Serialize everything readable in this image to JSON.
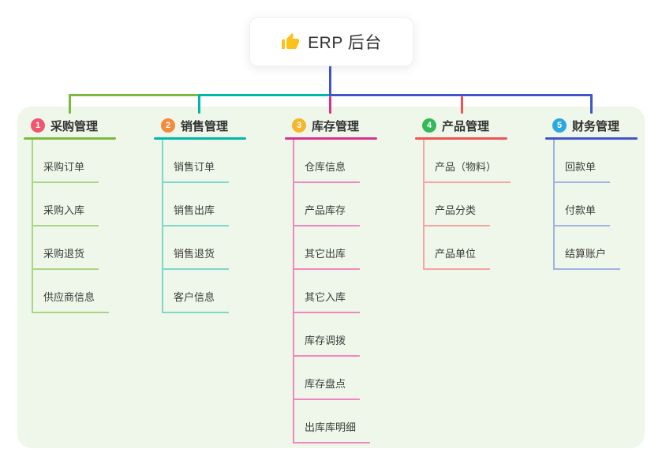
{
  "root": {
    "icon": "thumbs-up-icon",
    "title": "ERP 后台"
  },
  "theme": {
    "page_bg": "#ffffff",
    "panel_bg": "#eef7e9",
    "connector_color": "#4353c9",
    "root_text_color": "#333333",
    "branch_text_color": "#333333",
    "item_text_color": "#3c3c3c",
    "thumb_color": "#fcc21b"
  },
  "branches": [
    {
      "number": "1",
      "label": "采购管理",
      "badge_color": "#f0566e",
      "line_color": "#7cb93f",
      "light_line_color": "#aad584",
      "items": [
        "采购订单",
        "采购入库",
        "采购退货",
        "供应商信息"
      ]
    },
    {
      "number": "2",
      "label": "销售管理",
      "badge_color": "#f58a3c",
      "line_color": "#00b8a9",
      "light_line_color": "#7fd6ca",
      "items": [
        "销售订单",
        "销售出库",
        "销售退货",
        "客户信息"
      ]
    },
    {
      "number": "3",
      "label": "库存管理",
      "badge_color": "#f7b52c",
      "line_color": "#d93090",
      "light_line_color": "#f287c0",
      "items": [
        "仓库信息",
        "产品库存",
        "其它出库",
        "其它入库",
        "库存调拨",
        "库存盘点",
        "出库库明细"
      ]
    },
    {
      "number": "4",
      "label": "产品管理",
      "badge_color": "#35b857",
      "line_color": "#f05352",
      "light_line_color": "#f7a3a2",
      "items": [
        "产品（物料）",
        "产品分类",
        "产品单位"
      ]
    },
    {
      "number": "5",
      "label": "财务管理",
      "badge_color": "#2ba8e0",
      "line_color": "#3d56c9",
      "light_line_color": "#9fb2e2",
      "items": [
        "回款单",
        "付款单",
        "结算账户"
      ]
    }
  ]
}
